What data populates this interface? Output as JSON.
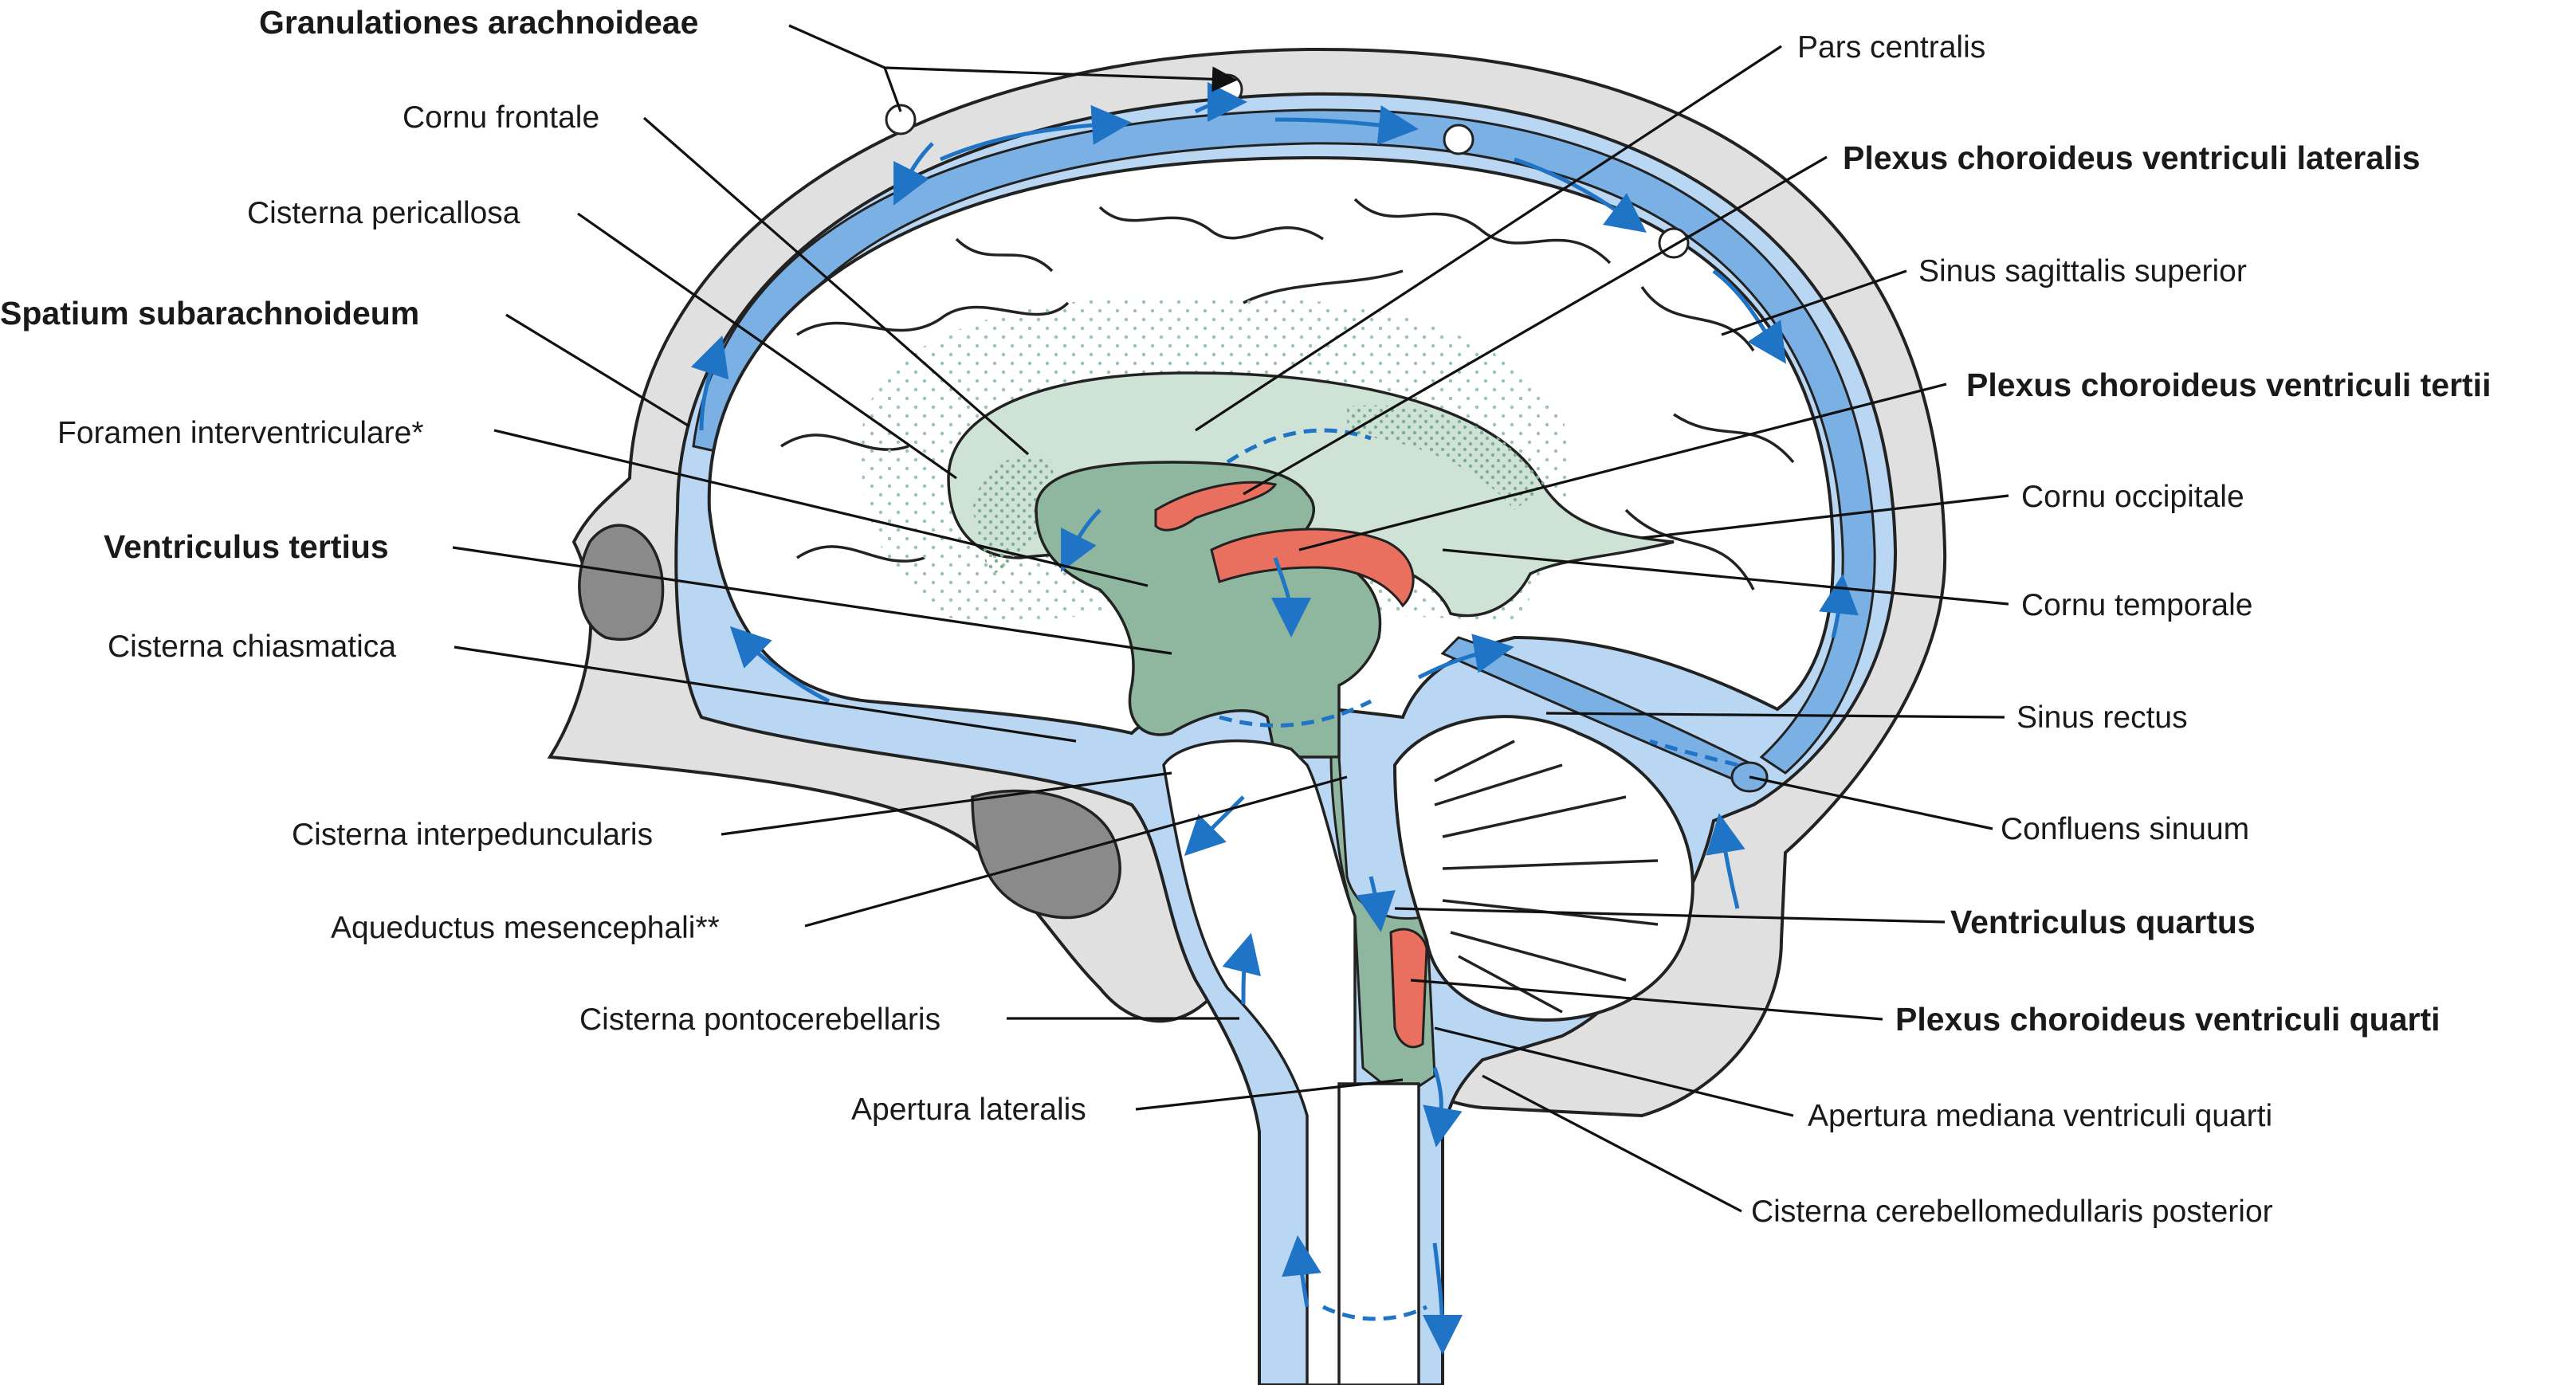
{
  "colors": {
    "csf_blue": "#b9d6f2",
    "sinus_blue": "#7ab0e3",
    "ventricle_green": "#8fb79f",
    "ventricle_light": "#cfe2d6",
    "choroid_plexus": "#e9705e",
    "bone_grey": "#e0e0e0",
    "sinus_dark": "#8a8a8a",
    "arrow_blue": "#1f74c6"
  },
  "labels": {
    "granulationes": "Granulationes arachnoideae",
    "cornu_frontale": "Cornu frontale",
    "cisterna_pericallosa": "Cisterna pericallosa",
    "spatium_subarachnoideum": "Spatium subarachnoideum",
    "foramen_interventriculare": "Foramen interventriculare*",
    "ventriculus_tertius": "Ventriculus tertius",
    "cisterna_chiasmatica": "Cisterna chiasmatica",
    "cisterna_interpeduncularis": "Cisterna interpeduncularis",
    "aqueductus": "Aqueductus mesencephali**",
    "cisterna_pontocerebellaris": "Cisterna pontocerebellaris",
    "apertura_lateralis": "Apertura lateralis",
    "pars_centralis": "Pars centralis",
    "plexus_lateralis": "Plexus choroideus ventriculi lateralis",
    "sinus_sagittalis": "Sinus sagittalis superior",
    "plexus_tertii": "Plexus choroideus ventriculi tertii",
    "cornu_occipitale": "Cornu occipitale",
    "cornu_temporale": "Cornu temporale",
    "sinus_rectus": "Sinus rectus",
    "confluens": "Confluens sinuum",
    "ventriculus_quartus": "Ventriculus quartus",
    "plexus_quarti": "Plexus choroideus ventriculi quarti",
    "apertura_mediana": "Apertura mediana ventriculi quarti",
    "cisterna_cerebellomedullaris": "Cisterna cerebellomedullaris posterior"
  }
}
